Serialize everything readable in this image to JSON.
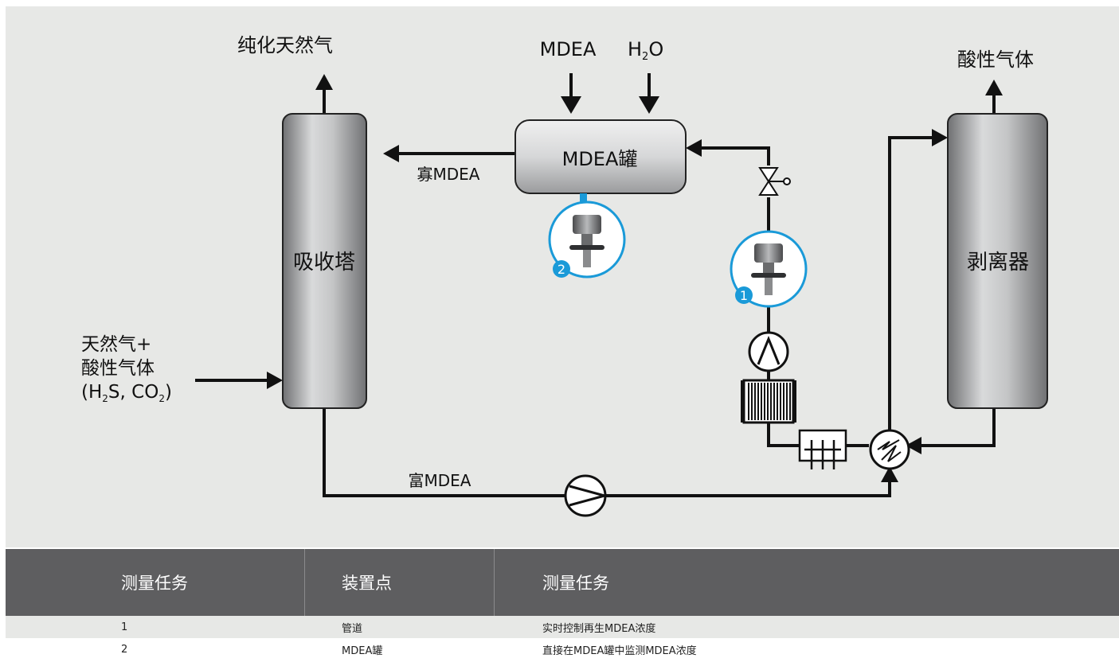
{
  "diagram": {
    "title_purified_gas": "纯化天然气",
    "mdea_feed": "MDEA",
    "water_feed_main": "H",
    "water_feed_sub": "2",
    "water_feed_end": "O",
    "acid_gas_out": "酸性气体",
    "absorber": "吸收塔",
    "mdea_tank": "MDEA罐",
    "stripper": "剥离器",
    "lean_mdea": "寡MDEA",
    "rich_mdea": "富MDEA",
    "inlet_line1": "天然气+",
    "inlet_line2": "酸性气体",
    "inlet_line3_a": "(H",
    "inlet_line3_b": "2",
    "inlet_line3_c": "S, CO",
    "inlet_line3_d": "2",
    "inlet_line3_e": ")",
    "point1_badge": "1",
    "point2_badge": "2",
    "accent_color": "#1a9ad8"
  },
  "table": {
    "headers": [
      "测量任务",
      "装置点",
      "测量任务"
    ],
    "rows": [
      [
        "1",
        "管道",
        "实时控制再生MDEA浓度"
      ],
      [
        "2",
        "MDEA罐",
        "直接在MDEA罐中监测MDEA浓度"
      ]
    ]
  }
}
